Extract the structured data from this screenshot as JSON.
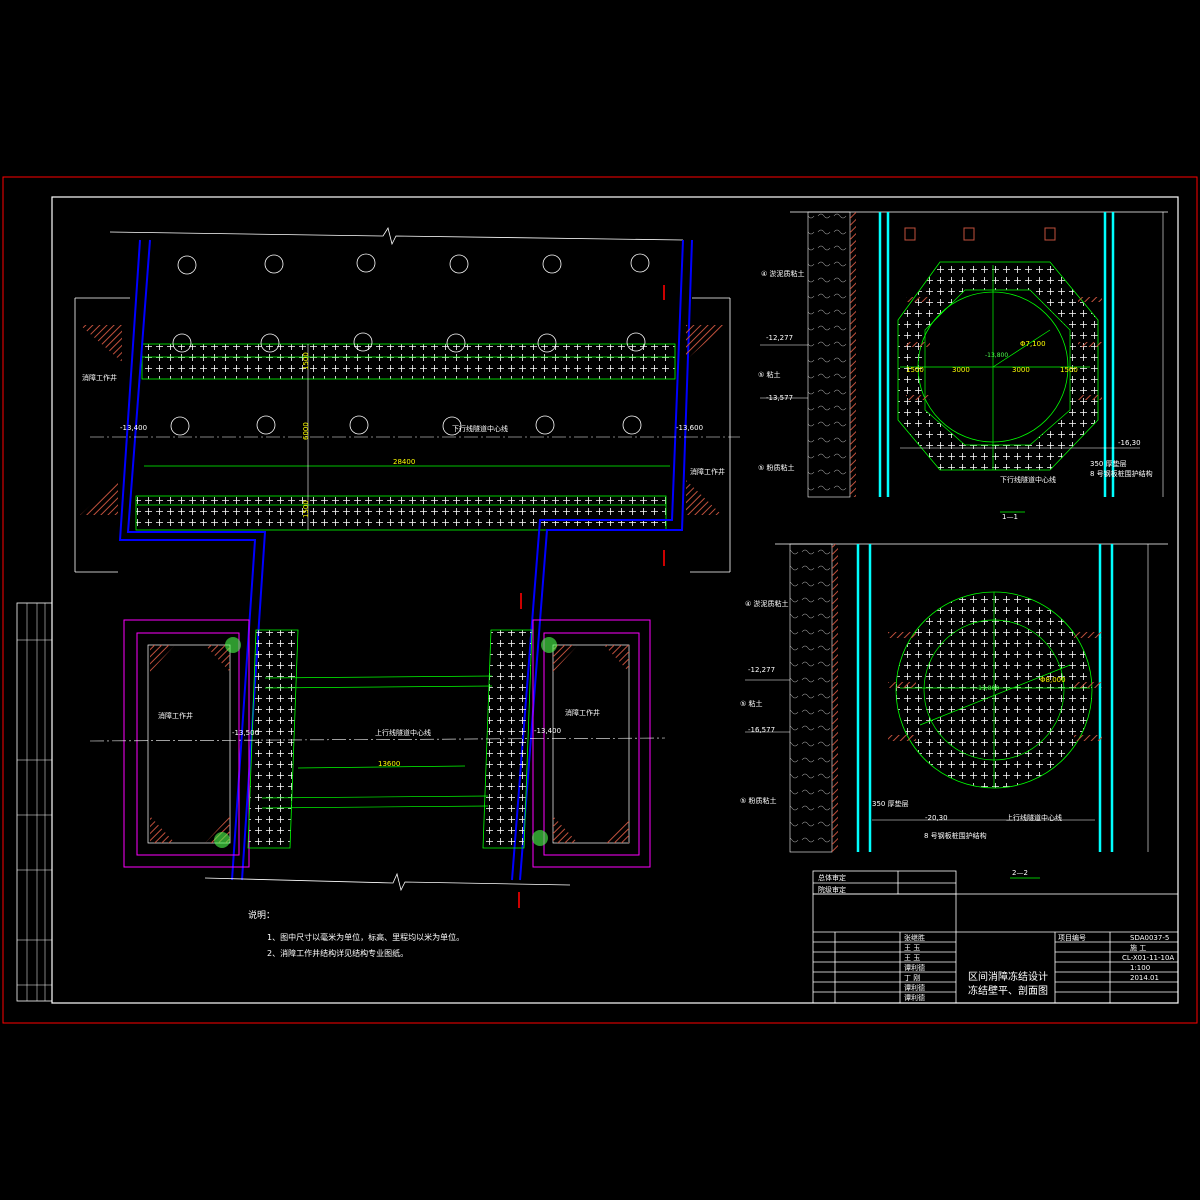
{
  "plan": {
    "label_upper_axis": "下行线隧道中心线",
    "label_lower_axis": "上行线隧道中心线",
    "label_shaft": "消障工作井",
    "dim_length_top": "28400",
    "dim_length_bottom": "13600",
    "dim_side": "1500",
    "dim_center": "6000",
    "dim_width": "1500",
    "elev_left_top": "-13,400",
    "elev_right_top": "-13,600",
    "elev_left_bottom": "-13,500",
    "elev_right_bottom": "-13,400",
    "section_mark": "1"
  },
  "section_1": {
    "title": "1—1",
    "layer_4": "淤泥质粘土",
    "layer_5_1": "粘土",
    "layer_5_2": "粉质粘土",
    "elev_a": "-12,277",
    "elev_b": "-13,577",
    "elev_c": "-16,30",
    "elev_center": "-13,800",
    "dim_1": "1500",
    "dim_2": "3000",
    "dim_3": "3000",
    "dim_4": "1500",
    "radius": "Φ7,100",
    "note_a": "350 厚垫层",
    "note_b": "8 号钢板桩围护结构",
    "center_label": "下行线隧道中心线"
  },
  "section_2": {
    "title": "2—2",
    "layer_4": "淤泥质粘土",
    "layer_5_1": "粘土",
    "layer_5_2": "粉质粘土",
    "elev_a": "-12,277",
    "elev_b": "-16,577",
    "elev_c": "-20,30",
    "elev_center": "-13,800",
    "radius": "Φ8,000",
    "note_a": "350 厚垫层",
    "note_b": "8 号钢板桩围护结构",
    "center_label": "上行线隧道中心线"
  },
  "notes": {
    "heading": "说明：",
    "item1": "1、图中尺寸以毫米为单位，标高、里程均以米为单位。",
    "item2": "2、消障工作井结构详见结构专业图纸。"
  },
  "title_block": {
    "approve_1": "总体审定",
    "approve_2": "院级审定",
    "drawing_title_1": "区间消障冻结设计",
    "drawing_title_2": "冻结壁平、剖面图",
    "project_no_label": "项目编号",
    "project_no": "SDA0037-5",
    "design_stage": "施 工",
    "drawing_no": "CL-X01-11-10A",
    "scale": "1:100",
    "date": "2014.01",
    "names": [
      "张继胜",
      "王 玉",
      "王 玉",
      "谭利德",
      "丁 刚",
      "谭利德",
      "谭利德"
    ]
  },
  "colors": {
    "frame": "#ff0000",
    "wall": "#0000ff",
    "green": "#00ff00",
    "magenta": "#ff00ff",
    "cyan": "#00ffff",
    "hatch": "#c0503c"
  }
}
